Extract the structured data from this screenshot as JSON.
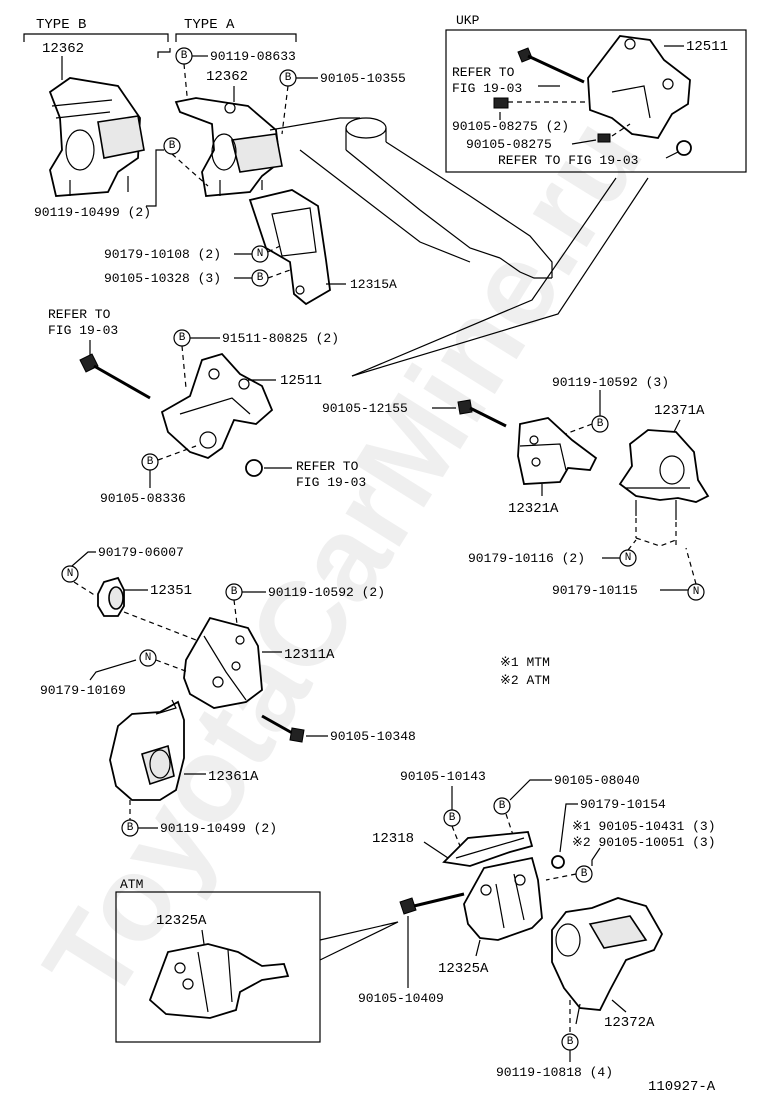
{
  "watermark": "ToyotaCarMine.ru",
  "figure_number": "110927-A",
  "sections": {
    "type_b": "TYPE B",
    "type_a": "TYPE A",
    "ukp": "UKP",
    "atm": "ATM"
  },
  "legend": {
    "mtm": "※1  MTM",
    "atm": "※2  ATM"
  },
  "badges": {
    "bolt": "B",
    "nut": "N"
  },
  "labels": {
    "p12362_b": "12362",
    "p90119_08633": "90119-08633",
    "p12362_a": "12362",
    "p90105_10355": "90105-10355",
    "p90119_10499_top": "90119-10499 (2)",
    "p90179_10108": "90179-10108 (2)",
    "p90105_10328": "90105-10328 (3)",
    "p12315A": "12315A",
    "ukp_12511": "12511",
    "ukp_refer1a": "REFER TO",
    "ukp_refer1b": "FIG 19-03",
    "ukp_90105_08275_2": "90105-08275 (2)",
    "ukp_90105_08275": "90105-08275",
    "ukp_refer2": "REFER TO FIG 19-03",
    "refer3a": "REFER TO",
    "refer3b": "FIG 19-03",
    "p91511_80825": "91511-80825 (2)",
    "p12511": "12511",
    "p90105_08336": "90105-08336",
    "refer4a": "REFER TO",
    "refer4b": "FIG 19-03",
    "p90119_10592_3": "90119-10592 (3)",
    "p90105_12155": "90105-12155",
    "p12371A": "12371A",
    "p12321A": "12321A",
    "p90179_10116": "90179-10116 (2)",
    "p90179_10115": "90179-10115",
    "p90179_06007": "90179-06007",
    "p12351": "12351",
    "p90119_10592_2": "90119-10592 (2)",
    "p12311A": "12311A",
    "p90179_10169": "90179-10169",
    "p90105_10348": "90105-10348",
    "p12361A": "12361A",
    "p90119_10499_bot": "90119-10499 (2)",
    "p90105_10143": "90105-10143",
    "p90105_08040": "90105-08040",
    "p90179_10154": "90179-10154",
    "p12318": "12318",
    "p90105_10431": "※1 90105-10431 (3)",
    "p90105_10051": "※2 90105-10051 (3)",
    "atm_12325A": "12325A",
    "p12325A": "12325A",
    "p90105_10409": "90105-10409",
    "p12372A": "12372A",
    "p90119_10818": "90119-10818 (4)"
  }
}
